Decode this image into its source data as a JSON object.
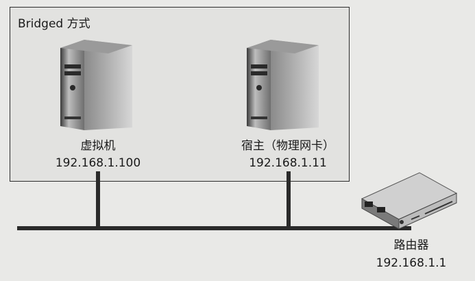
{
  "frame": {
    "title": "Bridged 方式"
  },
  "nodes": {
    "vm": {
      "name": "虚拟机",
      "ip": "192.168.1.100"
    },
    "host": {
      "name": "宿主（物理网卡）",
      "ip": "192.168.1.11"
    },
    "router": {
      "name": "路由器",
      "ip": "192.168.1.1"
    }
  },
  "icons": {
    "vm": "server-tower-icon",
    "host": "server-tower-icon",
    "router": "router-icon"
  },
  "colors": {
    "line": "#2a2a2a",
    "frame_bg": "#e2e2e0",
    "page_bg": "#e9e9e7"
  }
}
